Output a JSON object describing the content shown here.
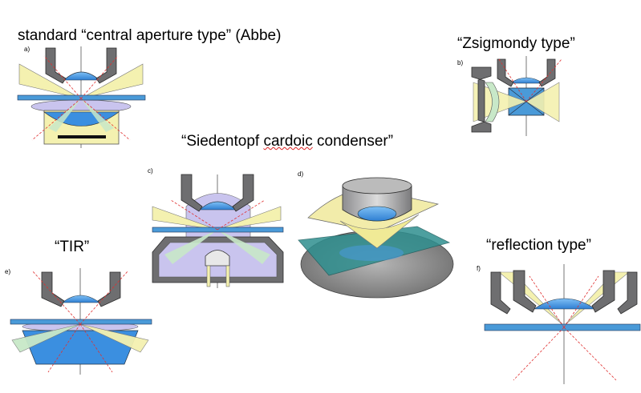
{
  "titles": {
    "abbe": "standard “central aperture type” (Abbe)",
    "zsigmondy": "“Zsigmondy type”",
    "siedentopf_pre": "“Siedentopf ",
    "siedentopf_word": "cardoic",
    "siedentopf_post": " condenser”",
    "tir": "“TIR”",
    "reflection": "“reflection type”"
  },
  "panels": {
    "a": "a)",
    "b": "b)",
    "c": "c)",
    "d": "d)",
    "e": "e)",
    "f": "f)"
  },
  "colors": {
    "objective_gray": "#6e6e70",
    "objective_outline": "#2b2b2b",
    "lens_blue": "#3b8fe0",
    "slide_blue": "#4a9ad8",
    "beam_yellow": "#f4f1b0",
    "beam_green": "#c8e8c8",
    "condenser_lavender": "#c9c4ee",
    "ray_red": "#e03030",
    "slide_teal": "#3a9a9a"
  }
}
